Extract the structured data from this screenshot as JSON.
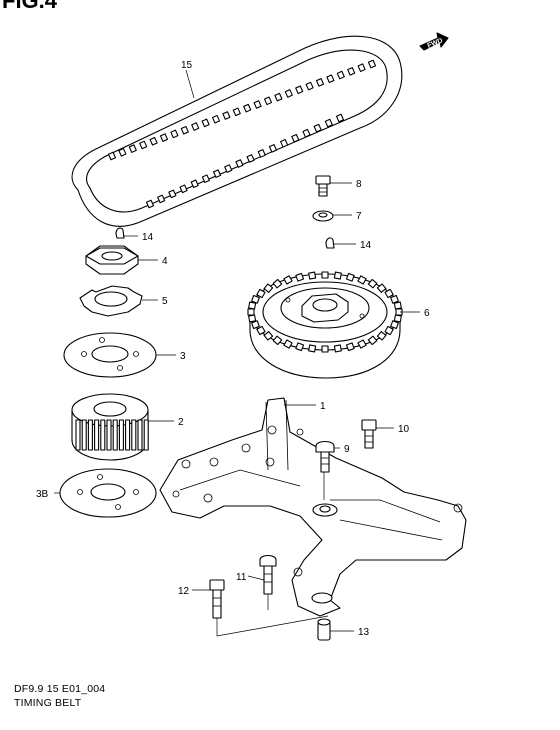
{
  "figure": {
    "title": "FIG.4",
    "code": "DF9.9 15 E01_004",
    "name": "TIMING BELT",
    "fwd_label": "FWD"
  },
  "callouts": [
    {
      "id": "c15",
      "label": "15"
    },
    {
      "id": "c8",
      "label": "8"
    },
    {
      "id": "c7",
      "label": "7"
    },
    {
      "id": "c14a",
      "label": "14"
    },
    {
      "id": "c14b",
      "label": "14"
    },
    {
      "id": "c4",
      "label": "4"
    },
    {
      "id": "c5",
      "label": "5"
    },
    {
      "id": "c6",
      "label": "6"
    },
    {
      "id": "c3",
      "label": "3"
    },
    {
      "id": "c1",
      "label": "1"
    },
    {
      "id": "c2",
      "label": "2"
    },
    {
      "id": "c10",
      "label": "10"
    },
    {
      "id": "c9",
      "label": "9"
    },
    {
      "id": "c3b",
      "label": "3B"
    },
    {
      "id": "c11",
      "label": "11"
    },
    {
      "id": "c12",
      "label": "12"
    },
    {
      "id": "c13",
      "label": "13"
    }
  ]
}
